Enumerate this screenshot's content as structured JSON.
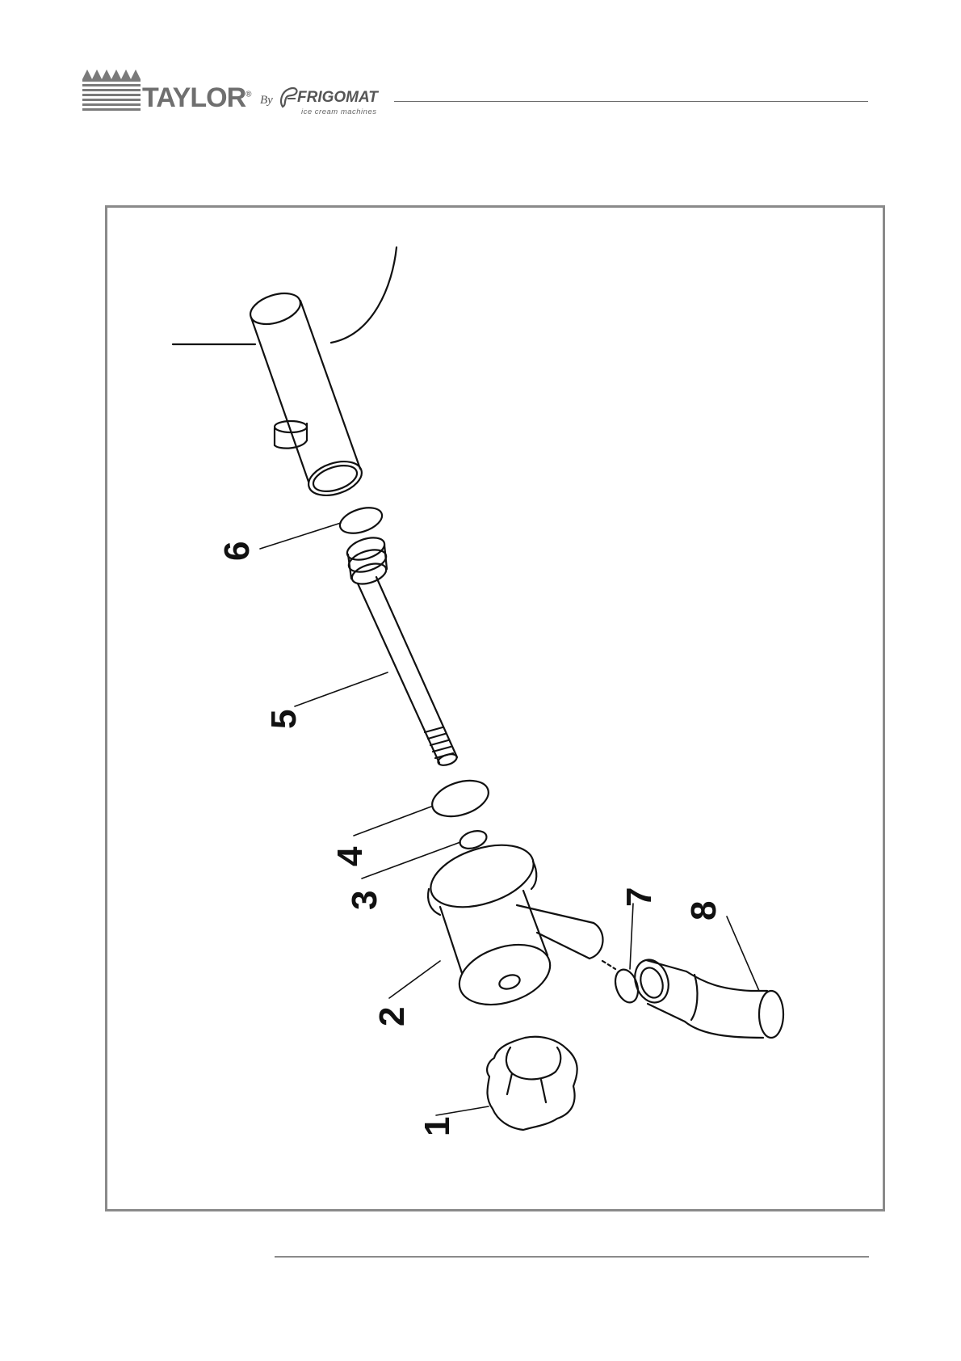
{
  "header": {
    "logo_brand": "TAYLOR",
    "logo_registered": "®",
    "logo_by": "By",
    "logo_partner": "FRIGOMAT",
    "logo_tagline": "ice cream machines"
  },
  "figure": {
    "callouts": [
      "1",
      "2",
      "3",
      "4",
      "5",
      "6",
      "7",
      "8"
    ]
  }
}
